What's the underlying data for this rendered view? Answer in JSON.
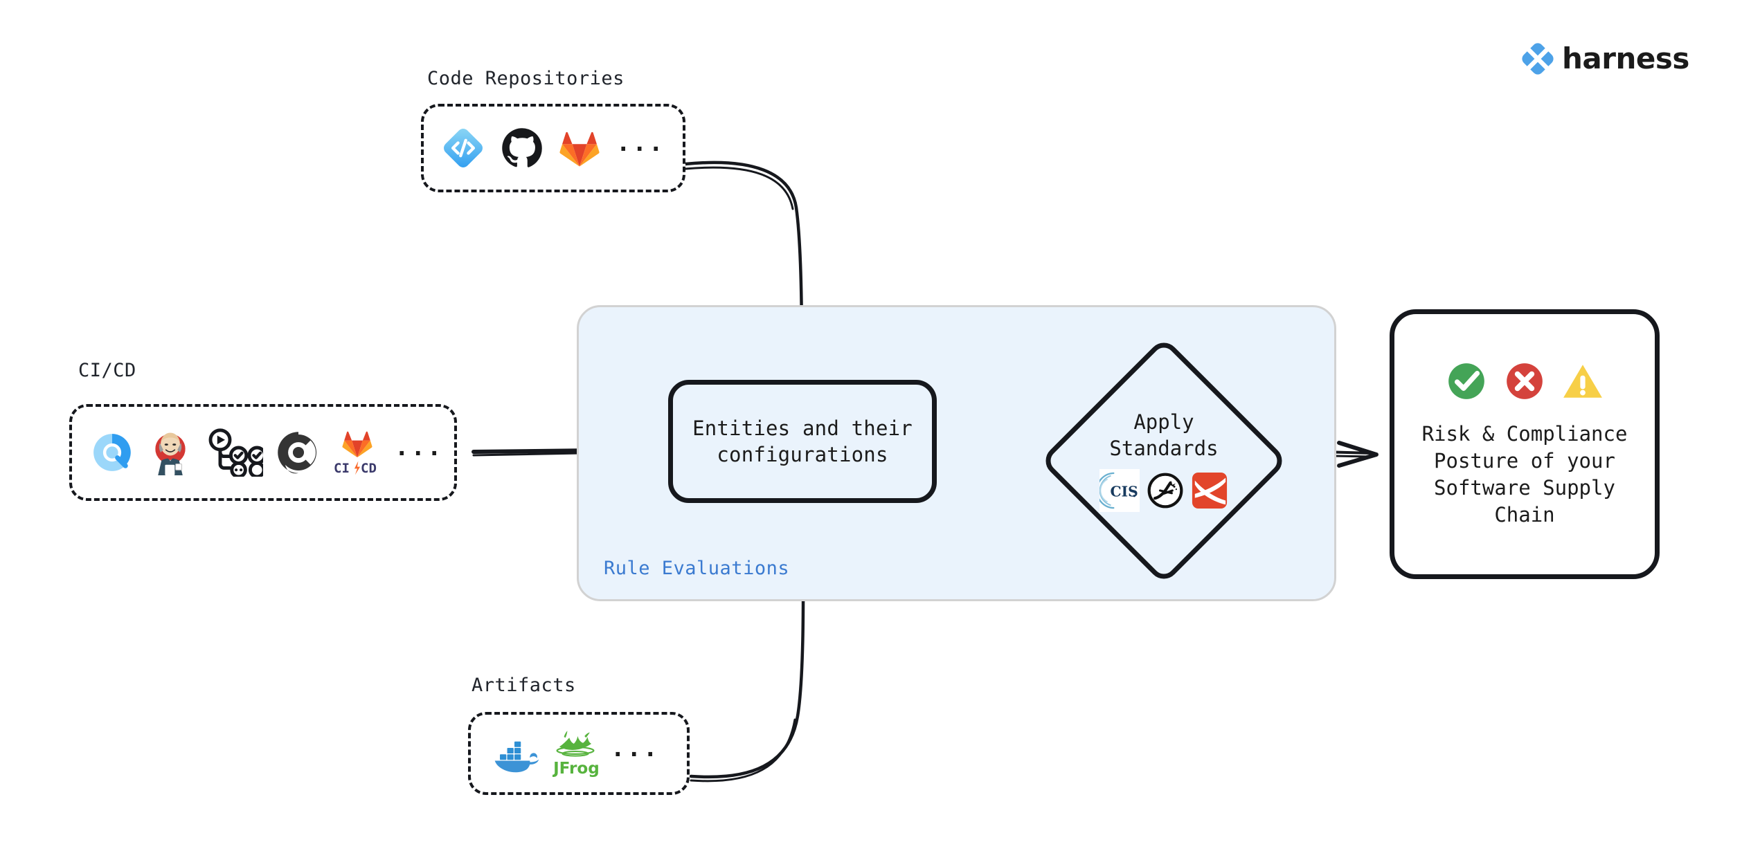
{
  "brand": {
    "name": "harness",
    "logo_icon": "harness-diamond-logo",
    "accent_color": "#4da2e8"
  },
  "groups": [
    {
      "id": "code-repositories",
      "label": "Code Repositories",
      "ellipsis": "...",
      "icons": [
        {
          "name": "harness-code-icon",
          "title": "Harness Code"
        },
        {
          "name": "github-icon",
          "title": "GitHub"
        },
        {
          "name": "gitlab-icon",
          "title": "GitLab"
        }
      ]
    },
    {
      "id": "ci-cd",
      "label": "CI/CD",
      "ellipsis": "...",
      "icons": [
        {
          "name": "harness-ci-icon",
          "title": "Harness CI"
        },
        {
          "name": "jenkins-icon",
          "title": "Jenkins"
        },
        {
          "name": "github-actions-icon",
          "title": "GitHub Actions"
        },
        {
          "name": "circleci-icon",
          "title": "CircleCI"
        },
        {
          "name": "gitlab-cicd-icon",
          "title": "GitLab CI/CD",
          "caption": "CI/CD"
        }
      ]
    },
    {
      "id": "artifacts",
      "label": "Artifacts",
      "ellipsis": "...",
      "icons": [
        {
          "name": "docker-icon",
          "title": "Docker"
        },
        {
          "name": "jfrog-icon",
          "title": "JFrog",
          "caption": "JFrog"
        }
      ]
    }
  ],
  "eval_panel": {
    "label": "Rule Evaluations",
    "label_color": "#3a7ad0",
    "background_color": "#eaf3fc",
    "entities": {
      "text": "Entities and their\nconfigurations"
    },
    "apply_standards": {
      "text": "Apply\nStandards",
      "icons": [
        {
          "name": "cis-icon",
          "title": "CIS",
          "label": "CIS"
        },
        {
          "name": "owasp-icon",
          "title": "OWASP"
        },
        {
          "name": "slsa-icon",
          "title": "SLSA"
        }
      ]
    }
  },
  "output": {
    "text": "Risk & Compliance\nPosture of your\nSoftware Supply\nChain",
    "status_icons": [
      {
        "name": "check-circle-icon",
        "title": "Pass",
        "color": "#44a457"
      },
      {
        "name": "error-circle-icon",
        "title": "Fail",
        "color": "#d4423c"
      },
      {
        "name": "warning-triangle-icon",
        "title": "Warning",
        "color": "#f7cf47"
      }
    ]
  },
  "arrows": [
    {
      "name": "arrow-code-repositories-to-entities",
      "style": "curved-down"
    },
    {
      "name": "arrow-cicd-to-panel",
      "style": "straight-right"
    },
    {
      "name": "arrow-artifacts-to-entities",
      "style": "curved-up"
    },
    {
      "name": "arrow-entities-to-standards",
      "style": "straight-right"
    },
    {
      "name": "arrow-standards-to-output",
      "style": "straight-right"
    }
  ]
}
